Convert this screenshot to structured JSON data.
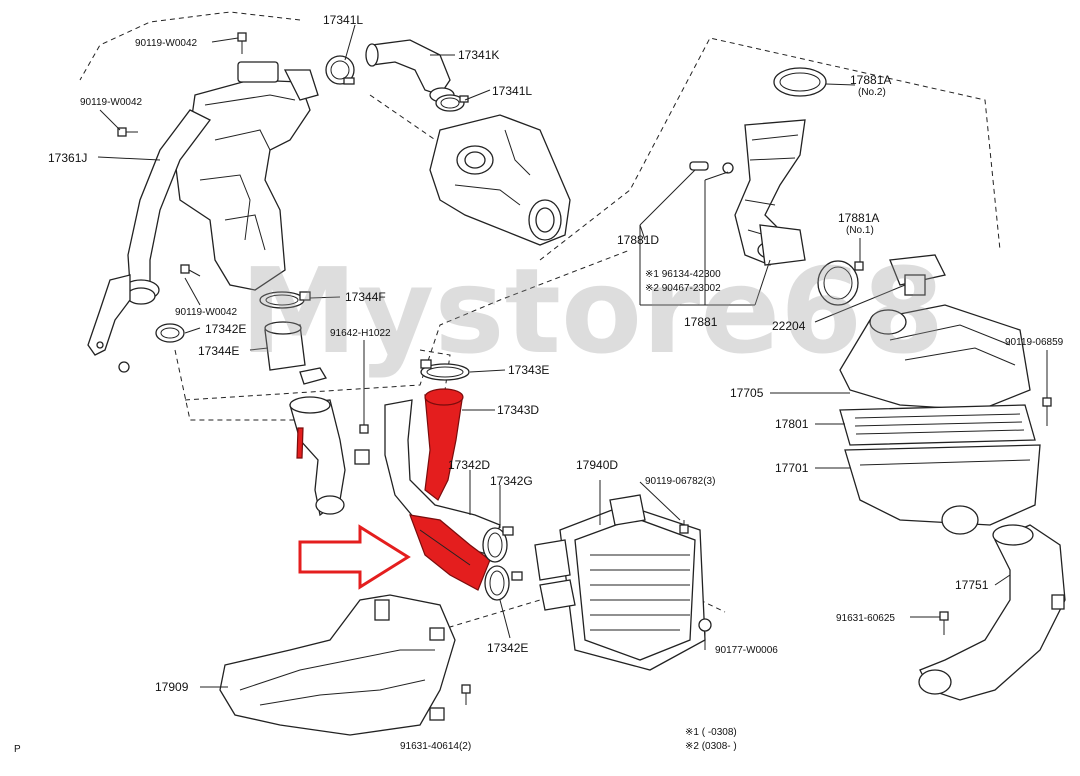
{
  "watermark": "Mystore68",
  "corner_letter": "P",
  "colors": {
    "highlight": "#e41e1e",
    "line": "#222222",
    "watermark": "#9a9a9a"
  },
  "labels": {
    "p17341L_top": "17341L",
    "p17341K": "17341K",
    "p17341L_mid": "17341L",
    "p90119W0042_a": "90119-W0042",
    "p90119W0042_b": "90119-W0042",
    "p90119W0042_c": "90119-W0042",
    "p17361J": "17361J",
    "p17344F": "17344F",
    "p17342E_left": "17342E",
    "p17344E": "17344E",
    "p91642H1022": "91642-H1022",
    "p17343E": "17343E",
    "p17343D": "17343D",
    "p17342D": "17342D",
    "p17342G": "17342G",
    "p17940D": "17940D",
    "p90119_06782": "90119-06782(3)",
    "p17342E_bottom": "17342E",
    "p17909": "17909",
    "p91631_40614": "91631-40614(2)",
    "p90177_W0006": "90177-W0006",
    "p17881A_top": "17881A",
    "p17881A_top_note": "(No.2)",
    "p17881A_mid": "17881A",
    "p17881A_mid_note": "(No.1)",
    "p17881D": "17881D",
    "p17881_note1": "※1 96134-42300",
    "p17881_note2": "※2 90467-23002",
    "p17881": "17881",
    "p22204": "22204",
    "p90119_06859": "90119-06859",
    "p17705": "17705",
    "p17801": "17801",
    "p17701": "17701",
    "p17751": "17751",
    "p91631_60625": "91631-60625",
    "footnote1": "※1 (        -0308)",
    "footnote2": "※2 (0308-        )"
  }
}
